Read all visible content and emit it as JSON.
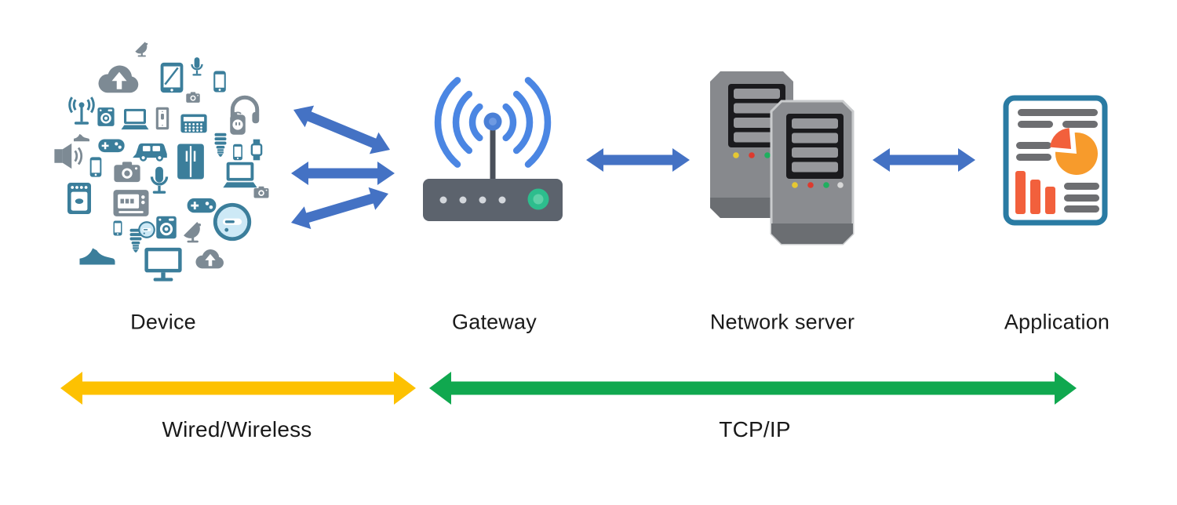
{
  "palette": {
    "arrow_blue": "#4472c4",
    "arrow_yellow": "#fdc101",
    "arrow_green": "#10a84f",
    "icon_teal": "#3b7e9b",
    "icon_gray": "#7d8a94",
    "icon_light_blue": "#cde9f6",
    "router_body": "#5c636d",
    "router_stem": "#4a505a",
    "router_antenna_blue": "#4a7fd6",
    "router_wave_blue": "#4b86e3",
    "router_led_green": "#2dbd8d",
    "router_dot": "#d3d7dc",
    "server_body": "#87898d",
    "server_body_front": "#8a8c90",
    "server_dark": "#6b6e72",
    "server_panel": "#1b1b1e",
    "slot_gray": "#97989c",
    "led_yellow": "#e6c832",
    "led_red": "#dd3a2e",
    "led_green": "#1faf5f",
    "led_white": "#d8d8d8",
    "doc_border": "#2a7ba3",
    "doc_gray": "#6d6e71",
    "doc_orange": "#f79b2c",
    "doc_red_orange": "#f2603c",
    "label_text": "#1a1a1a"
  },
  "nodes": [
    {
      "id": "device",
      "label": "Device"
    },
    {
      "id": "gateway",
      "label": "Gateway"
    },
    {
      "id": "network-server",
      "label": "Network server"
    },
    {
      "id": "application",
      "label": "Application"
    }
  ],
  "links": [
    {
      "id": "device-gateway-arrow-1"
    },
    {
      "id": "device-gateway-arrow-2"
    },
    {
      "id": "device-gateway-arrow-3"
    },
    {
      "id": "gateway-server-arrow"
    },
    {
      "id": "server-application-arrow"
    },
    {
      "id": "wired-wireless-arrow"
    },
    {
      "id": "tcpip-arrow"
    }
  ],
  "bus_labels": [
    {
      "id": "wired-wireless",
      "label": "Wired/Wireless"
    },
    {
      "id": "tcpip",
      "label": "TCP/IP"
    }
  ],
  "device_cluster": {
    "icons": [
      {
        "n": "cloud-up",
        "c": "icon_gray"
      },
      {
        "n": "dish",
        "c": "icon_gray"
      },
      {
        "n": "tablet",
        "c": "icon_teal"
      },
      {
        "n": "mic",
        "c": "icon_teal"
      },
      {
        "n": "phone",
        "c": "icon_teal"
      },
      {
        "n": "camera",
        "c": "icon_gray"
      },
      {
        "n": "headphones",
        "c": "icon_gray"
      },
      {
        "n": "antenna",
        "c": "icon_teal"
      },
      {
        "n": "washer",
        "c": "icon_teal"
      },
      {
        "n": "laptop",
        "c": "icon_teal"
      },
      {
        "n": "switch",
        "c": "icon_gray"
      },
      {
        "n": "keypad",
        "c": "icon_teal"
      },
      {
        "n": "plug",
        "c": "icon_gray"
      },
      {
        "n": "shoe",
        "c": "icon_gray"
      },
      {
        "n": "gamepad",
        "c": "icon_teal"
      },
      {
        "n": "car",
        "c": "icon_teal"
      },
      {
        "n": "fridge",
        "c": "icon_teal"
      },
      {
        "n": "bulb-cfl",
        "c": "icon_teal"
      },
      {
        "n": "phone",
        "c": "icon_teal"
      },
      {
        "n": "watch",
        "c": "icon_teal"
      },
      {
        "n": "speaker",
        "c": "icon_gray"
      },
      {
        "n": "phone",
        "c": "icon_teal"
      },
      {
        "n": "camera",
        "c": "icon_gray"
      },
      {
        "n": "mic",
        "c": "icon_teal"
      },
      {
        "n": "laptop",
        "c": "icon_teal"
      },
      {
        "n": "oven",
        "c": "icon_teal"
      },
      {
        "n": "thermostat",
        "c": "icon_gray"
      },
      {
        "n": "gamepad",
        "c": "icon_teal"
      },
      {
        "n": "camera",
        "c": "icon_gray"
      },
      {
        "n": "meter",
        "c": "icon_teal"
      },
      {
        "n": "phone",
        "c": "icon_teal"
      },
      {
        "n": "bulb-cfl",
        "c": "icon_teal"
      },
      {
        "n": "meter",
        "c": "icon_teal"
      },
      {
        "n": "washer",
        "c": "icon_teal"
      },
      {
        "n": "dish",
        "c": "icon_gray"
      },
      {
        "n": "shoe",
        "c": "icon_teal"
      },
      {
        "n": "monitor",
        "c": "icon_teal"
      },
      {
        "n": "cloud-up",
        "c": "icon_gray"
      }
    ]
  }
}
